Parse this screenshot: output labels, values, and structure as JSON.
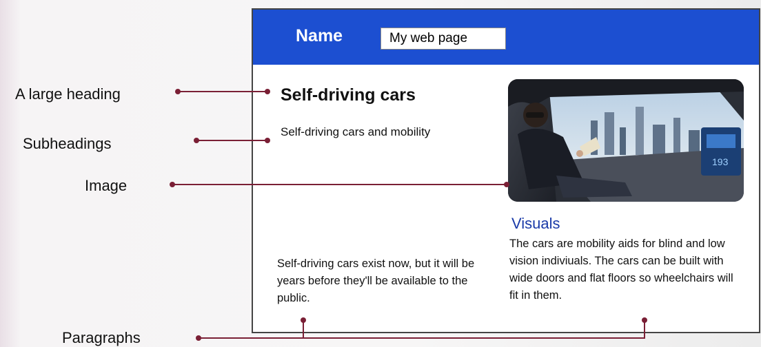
{
  "callouts": {
    "large_heading": "A large heading",
    "subheadings": "Subheadings",
    "image": "Image",
    "paragraphs": "Paragraphs"
  },
  "webpage": {
    "name_label": "Name",
    "name_value": "My web page",
    "heading": "Self-driving cars",
    "subheading": "Self-driving cars and mobility",
    "image_icon": "photo-of-person-reading-in-self-driving-car",
    "visuals_title": "Visuals",
    "paragraph_left": "Self-driving cars exist now, but it will be years before they'll be available to the public.",
    "paragraph_right": "The cars are mobility aids for blind and low vision indiviuals. The cars can be built with wide doors and flat floors so wheelchairs will fit in them."
  },
  "colors": {
    "header_blue": "#1c4fd1",
    "connector": "#7a1f35",
    "visuals_title": "#1a3aa8"
  }
}
